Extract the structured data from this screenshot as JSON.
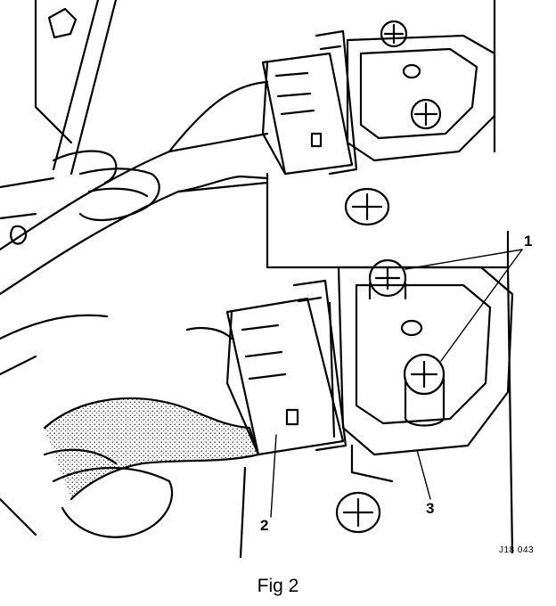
{
  "callouts": {
    "one": "1",
    "two": "2",
    "three": "3"
  },
  "reference": "J18 043",
  "caption": "Fig 2"
}
